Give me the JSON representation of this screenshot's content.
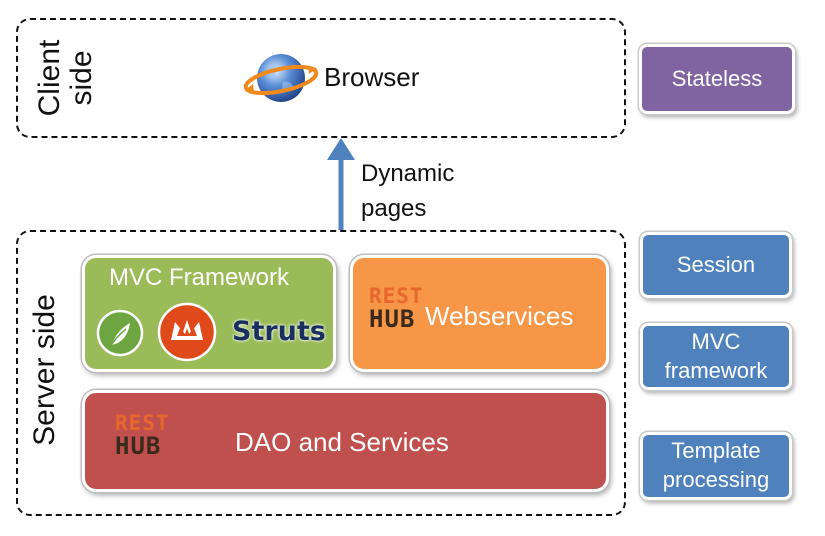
{
  "client": {
    "label_line1": "Client",
    "label_line2": "side",
    "browser_label": "Browser"
  },
  "arrow": {
    "label_line1": "Dynamic",
    "label_line2": "pages"
  },
  "server": {
    "label": "Server side",
    "mvc_title": "MVC Framework",
    "struts_label": "Struts",
    "webservices_label": "Webservices",
    "dao_label": "DAO and Services",
    "logo_rest": "REST",
    "logo_hub": "HUB"
  },
  "side": {
    "stateless": "Stateless",
    "session": "Session",
    "mvc_line1": "MVC",
    "mvc_line2": "framework",
    "template_line1": "Template",
    "template_line2": "processing"
  },
  "colors": {
    "green": "#9bbb59",
    "orange": "#f79646",
    "red": "#c0504d",
    "blue": "#4f81bd",
    "purple": "#8064a2",
    "arrow": "#4f81bd"
  }
}
